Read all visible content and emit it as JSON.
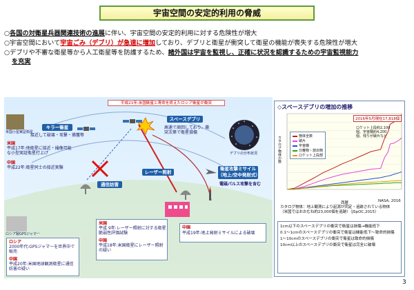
{
  "title": "宇宙空間の安定的利用の脅威",
  "bullets": [
    {
      "marker": "○",
      "parts": [
        {
          "t": "各国の対衛星兵器関連技術の進展",
          "s": "bu"
        },
        {
          "t": "に伴い、宇宙空間の安定的利用に対する危険性が増大",
          "s": ""
        }
      ]
    },
    {
      "marker": "○",
      "parts": [
        {
          "t": "宇宙空間において",
          "s": ""
        },
        {
          "t": "宇宙ごみ（デブリ）が急速に増加",
          "s": "hl"
        },
        {
          "t": "しており、デブリと衛星が衝突して衛星の機能が喪失する危険性が増大",
          "s": ""
        }
      ]
    },
    {
      "marker": "○",
      "parts": [
        {
          "t": "デブリや不審な衛星等から人工衛星等を防護するため、",
          "s": ""
        },
        {
          "t": "諸外国は宇宙を監視し、正確に状況を認識するための宇宙監視能力",
          "s": "bu"
        }
      ]
    },
    {
      "marker": "",
      "parts": [
        {
          "t": "を充実",
          "s": "bu"
        }
      ]
    }
  ],
  "diagram": {
    "top_caption": "平成21年:米国衛星と寿命を終えたロシア衛星が衝突",
    "killer": {
      "label": "キラー衛星",
      "desc": "接近して破壊・攻撃・捕獲等",
      "img_caption": "米国小型実証衛星",
      "us_country": "米国",
      "us_text": "平成17年:他衛星に接近・撮像可能な小型実証衛星打上げ",
      "cn_country": "中国",
      "cn_text": "平成22年:衛星同士の接近実験"
    },
    "debris": {
      "label": "スペースデブリ",
      "desc": "高速で周回しており、衝突次第で衛星損傷",
      "img_caption": "デブリの分布状況"
    },
    "jamming": {
      "label": "通信妨害",
      "img_caption": "ロシア製GPSジャマー",
      "ru_country": "ロシア",
      "ru_text": "2000年代:GPSジャマーを世界中で販売",
      "cn_country": "中国",
      "cn_text": "平成20年:米国地球観測衛星に通信妨害の疑い"
    },
    "laser": {
      "label": "レーザー照射",
      "us_country": "米国",
      "us_text": "平成 9年:レーザー照射に対する衛星脆弱性評価試験",
      "cn_country": "中国",
      "cn_text": "平成18年:米国衛星にレーザー照射の疑い"
    },
    "missile": {
      "label": "衛星攻撃ミサイル",
      "sub": "（地上/空中発射式）",
      "emp": "電磁パルス攻撃を含む",
      "cn_country": "中国",
      "cn_text": "平成19年:地上発射ミサイルによる破壊"
    }
  },
  "debris_panel": {
    "title": "◇スペースデブリの増加の推移",
    "callout": "2016年5月現在17,818個",
    "annotation": "ロケット上段約2,100個、宇宙機約4,200個、残りが破片など",
    "credit": "NASA, 2016",
    "legend": [
      "物体全数",
      "破片",
      "宇宙機",
      "分離物・放出物",
      "ロケット上段部"
    ],
    "ylabel": "カタログ物体の数",
    "xlabel": "西暦",
    "note1": "カタログ物体：地上観測により起源が同定・追跡されている物体",
    "note2": "（米国ではおおむね約23,000個を追跡）（JSpOC,2015）",
    "impacts": [
      "1cm以下のスペースデブリの衝突で衛星は損傷→機能低下",
      "0.1〜1cmのスペースデブリの衝突で衛星は機能低下〜致命的損傷",
      "1〜10cmのスペースデブリの衝突で衛星は致命的損傷",
      "10cm以上のスペースデブリの衝突で衛星は完全に破壊"
    ]
  },
  "page_number": "3",
  "colors": {
    "accent": "#1f5fa8",
    "warning": "#c00000",
    "title_border": "#5a9a3a"
  },
  "chart_data": {
    "type": "line",
    "title": "",
    "xlabel": "西暦",
    "ylabel": "カタログ物体の数",
    "x": [
      1956,
      1960,
      1965,
      1970,
      1975,
      1980,
      1985,
      1990,
      1995,
      2000,
      2005,
      2007,
      2009,
      2010,
      2012,
      2015,
      2016
    ],
    "xlim": [
      1956,
      2016
    ],
    "ylim": [
      0,
      18000
    ],
    "series": [
      {
        "name": "物体全数",
        "color": "#c02020",
        "values": [
          0,
          300,
          1500,
          2700,
          4000,
          5000,
          6100,
          7000,
          8000,
          9000,
          9500,
          12000,
          13800,
          15500,
          16000,
          17000,
          17818
        ]
      },
      {
        "name": "破片",
        "color": "#e040e0",
        "values": [
          0,
          100,
          700,
          1500,
          2300,
          3000,
          3600,
          4000,
          4400,
          4800,
          5000,
          7500,
          9000,
          10800,
          11000,
          11800,
          12300
        ]
      },
      {
        "name": "宇宙機",
        "color": "#2050d0",
        "values": [
          0,
          100,
          400,
          700,
          1000,
          1300,
          1600,
          1900,
          2200,
          2500,
          2800,
          3000,
          3200,
          3300,
          3600,
          4000,
          4200
        ]
      },
      {
        "name": "分離物・放出物",
        "color": "#20a020",
        "values": [
          0,
          50,
          300,
          500,
          700,
          900,
          1000,
          1100,
          1200,
          1300,
          1400,
          1500,
          1500,
          1500,
          1600,
          1600,
          1600
        ]
      },
      {
        "name": "ロケット上段部",
        "color": "#e0a000",
        "values": [
          0,
          50,
          300,
          500,
          800,
          1000,
          1200,
          1400,
          1600,
          1700,
          1800,
          1900,
          1900,
          2000,
          2000,
          2100,
          2100
        ]
      }
    ]
  }
}
